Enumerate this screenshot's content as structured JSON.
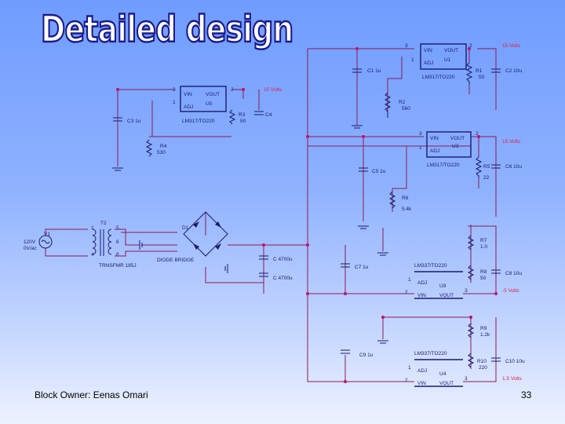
{
  "slide": {
    "title": "Detailed design",
    "footer_owner": "Block Owner:  Eenas Omari",
    "page_number": "33"
  },
  "colors": {
    "wire": "#8b1a5a",
    "component": "#1a1a6e",
    "node": "#c0106a",
    "voltage_label": "#e0204a",
    "title_fill": "#ffffff",
    "title_stroke": "#1a1a8c"
  },
  "schematic": {
    "u1": {
      "pins": [
        "3",
        "2",
        "1"
      ],
      "vin": "VIN",
      "vout": "VOUT",
      "adj": "ADJ",
      "ref": "U1",
      "part": "LM317/TO220"
    },
    "u5": {
      "pins": [
        "3",
        "2",
        "1"
      ],
      "vin": "VIN",
      "vout": "VOUT",
      "adj": "ADJ",
      "ref": "U5",
      "part": "LM317/TO220"
    },
    "u3": {
      "pins": [
        "3",
        "2",
        "1"
      ],
      "vin": "VIN",
      "vout": "VOUT",
      "adj": "ADJ",
      "ref": "U3",
      "part": "LM317/TO220"
    },
    "u9": {
      "pins": [
        "1",
        "2",
        "3"
      ],
      "part": "LM337/TO220",
      "adj": "ADJ",
      "ref": "U9",
      "vin": "VIN",
      "vout": "VOUT"
    },
    "u4": {
      "pins": [
        "1",
        "2",
        "3"
      ],
      "part": "LM337/TO220",
      "adj": "ADJ",
      "ref": "U4",
      "vin": "VIN",
      "vout": "VOUT"
    },
    "c1": "C1 1u",
    "c2": "C2 10u",
    "r1": {
      "ref": "R1",
      "value": "50"
    },
    "r2": {
      "ref": "R2",
      "value": "560"
    },
    "c3": "C3 1u",
    "r4": {
      "ref": "R4",
      "value": "530"
    },
    "r3": {
      "ref": "R3",
      "value": "50"
    },
    "c4": "C4",
    "c5": "C5 1u",
    "r5": {
      "ref": "R5",
      "value": "22"
    },
    "c6": "C6 10u",
    "r6": {
      "ref": "R6",
      "value": "5.4k"
    },
    "r7": {
      "ref": "R7",
      "value": "1.0"
    },
    "r8": {
      "ref": "R8",
      "value": "50"
    },
    "c8": "C8 10u",
    "c7": "C7 1u",
    "c_a": "C 4700u",
    "c_b": "C 4700u",
    "r9": {
      "ref": "R9",
      "value": "1.2k"
    },
    "r10": {
      "ref": "R10",
      "value": "220"
    },
    "c9": "C9 1u",
    "c10": "C10 10u",
    "t2": {
      "ref": "T2",
      "pins": [
        "1",
        "5",
        "6",
        "4",
        "8"
      ],
      "part": "TRNSFMR 185J"
    },
    "v1": {
      "ref": "V1",
      "amplitude": "120V",
      "offset": "0V/ac"
    },
    "d1": {
      "ref": "D1",
      "part": "DIODE BRIDGE"
    },
    "voltages": {
      "v_top_right": "15 Volts",
      "v_mid_left": "15 Volts",
      "v_mid_right": "15 Volts",
      "v_neg_mid": "-5 Volts",
      "v_neg_low": "1.5 Volts"
    }
  }
}
